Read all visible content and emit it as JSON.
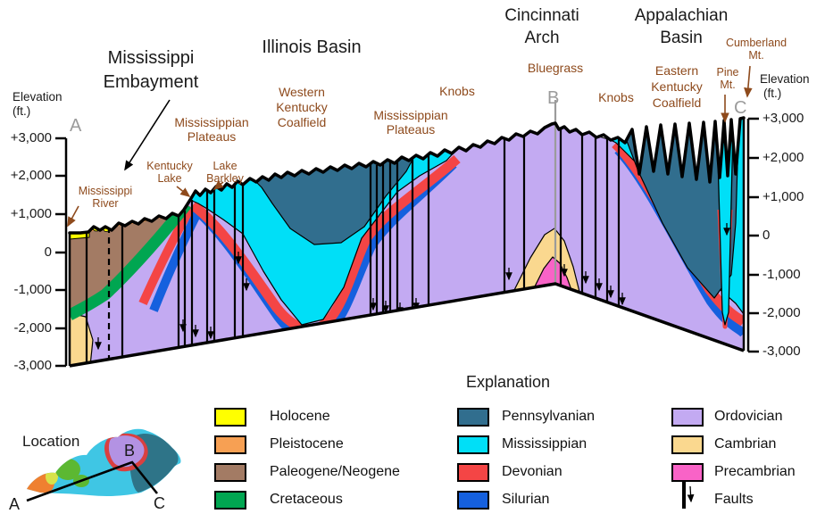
{
  "colors": {
    "holocene": "#FFFF00",
    "pleistocene": "#F7A053",
    "paleogene": "#A37B64",
    "cretaceous": "#00A651",
    "pennsylvanian": "#316E8E",
    "mississippian": "#00DFF7",
    "devonian": "#F44545",
    "silurian": "#1560DE",
    "ordovician": "#C3AAF2",
    "cambrian": "#FAD88F",
    "precambrian": "#F963C7",
    "fault": "#000000",
    "label_brown": "#8E4A1C",
    "marker_gray": "#9B9B9B",
    "map_base": "#3FC6E4",
    "map_west_orange": "#EF8030",
    "map_green": "#5CB832",
    "map_yellow": "#D8E24A",
    "map_purple": "#B392E3",
    "map_red": "#D94040",
    "map_teal": "#2E7488"
  },
  "axis": {
    "title": "Elevation",
    "unit": "(ft.)",
    "ticks": [
      "+3,000",
      "+2,000",
      "+1,000",
      "0",
      "-1,000",
      "-2,000",
      "-3,000"
    ]
  },
  "markers": {
    "a": "A",
    "b": "B",
    "c": "C"
  },
  "titles": {
    "embayment_l1": "Mississippi",
    "embayment_l2": "Embayment",
    "illinois": "Illinois Basin",
    "cincinnati_l1": "Cincinnati",
    "cincinnati_l2": "Arch",
    "appalachian_l1": "Appalachian",
    "appalachian_l2": "Basin"
  },
  "regions": {
    "miss_plateaus_w_l1": "Mississippian",
    "miss_plateaus_w_l2": "Plateaus",
    "wkcf_l1": "Western",
    "wkcf_l2": "Kentucky",
    "wkcf_l3": "Coalfield",
    "miss_plateaus_e_l1": "Mississippian",
    "miss_plateaus_e_l2": "Plateaus",
    "knobs_w": "Knobs",
    "bluegrass": "Bluegrass",
    "knobs_e": "Knobs",
    "ekcf_l1": "Eastern",
    "ekcf_l2": "Kentucky",
    "ekcf_l3": "Coalfield",
    "pine_l1": "Pine",
    "pine_l2": "Mt.",
    "cumberland_l1": "Cumberland",
    "cumberland_l2": "Mt.",
    "miss_river_l1": "Mississippi",
    "miss_river_l2": "River",
    "ky_lake_l1": "Kentucky",
    "ky_lake_l2": "Lake",
    "barkley_l1": "Lake",
    "barkley_l2": "Barkley"
  },
  "legend": {
    "title": "Explanation",
    "items": {
      "holocene": "Holocene",
      "pleistocene": "Pleistocene",
      "paleogene": "Paleogene/Neogene",
      "cretaceous": "Cretaceous",
      "pennsylvanian": "Pennsylvanian",
      "mississippian": "Mississippian",
      "devonian": "Devonian",
      "silurian": "Silurian",
      "ordovician": "Ordovician",
      "cambrian": "Cambrian",
      "precambrian": "Precambrian",
      "faults": "Faults"
    }
  },
  "location": {
    "label": "Location"
  }
}
